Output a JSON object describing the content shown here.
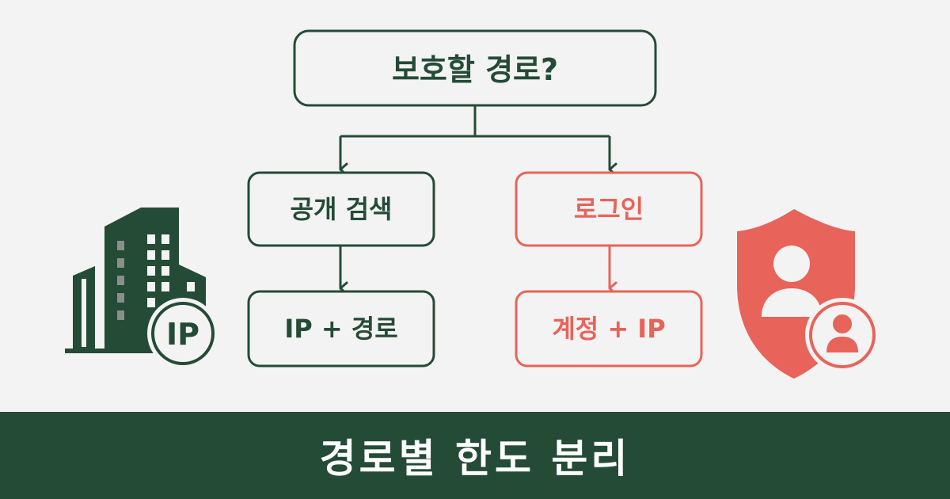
{
  "colors": {
    "background": "#f3f3f3",
    "green": "#244b36",
    "red": "#e8635a",
    "footer_text": "#ffffff"
  },
  "diagram": {
    "root": {
      "label": "보호할 경로?"
    },
    "public_search": {
      "label": "공개 검색"
    },
    "public_key": {
      "label": "IP + 경로"
    },
    "login": {
      "label": "로그인"
    },
    "login_key": {
      "label": "계정 + IP"
    }
  },
  "icons": {
    "building": {
      "name": "building-icon",
      "badge": "IP"
    },
    "shield": {
      "name": "shield-user-icon"
    }
  },
  "footer": {
    "title": "경로별 한도 분리"
  }
}
